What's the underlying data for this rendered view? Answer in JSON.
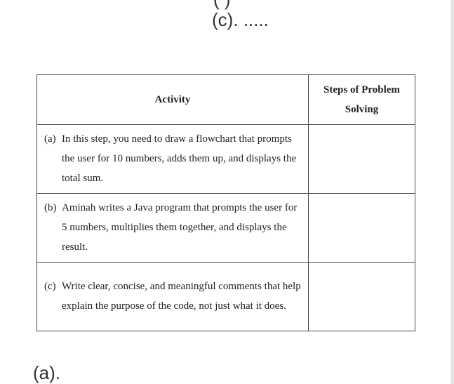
{
  "headings": {
    "partial_top": "( )",
    "section_c": "(c). .....",
    "section_a": "(a)."
  },
  "table": {
    "headers": {
      "activity": "Activity",
      "steps": "Steps of Problem Solving"
    },
    "rows": [
      {
        "marker": "(a)",
        "text": "In this step, you need to draw a flowchart that prompts the user for 10 numbers, adds them up, and displays the total sum.",
        "steps": ""
      },
      {
        "marker": "(b)",
        "text": "Aminah writes a Java program that prompts the user for 5 numbers, multiplies them together, and displays the result.",
        "steps": ""
      },
      {
        "marker": "(c)",
        "text": "Write clear, concise, and meaningful comments that help explain the purpose of the code, not just what it does.",
        "steps": ""
      }
    ]
  }
}
